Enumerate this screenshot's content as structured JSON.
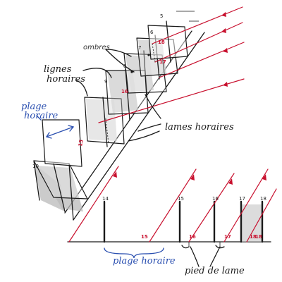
{
  "labels": {
    "ombres": "ombres",
    "lignes_horaires_1": "lignes",
    "lignes_horaires_2": "horaires",
    "plage_horaire_top_1": "plage",
    "plage_horaire_top_2": "horaire",
    "lames_horaires": "lames horaires",
    "plage_horaire_bottom": "plage horaire",
    "pied_de_lame": "pied de lame"
  },
  "plate_numbers": [
    "5",
    "6",
    "7",
    "8",
    "9",
    "10"
  ],
  "red_numbers_top": [
    "18",
    "17",
    "16",
    "15"
  ],
  "profile_numbers": [
    "14",
    "15",
    "16",
    "17",
    "18"
  ],
  "baseline_red_numbers": [
    "15",
    "16",
    "17",
    "18",
    "18"
  ],
  "colors": {
    "ink": "#1a1a1a",
    "sun_rays": "#c8102e",
    "annotation": "#2a4fb0",
    "shadow": "#b9b9b9"
  }
}
